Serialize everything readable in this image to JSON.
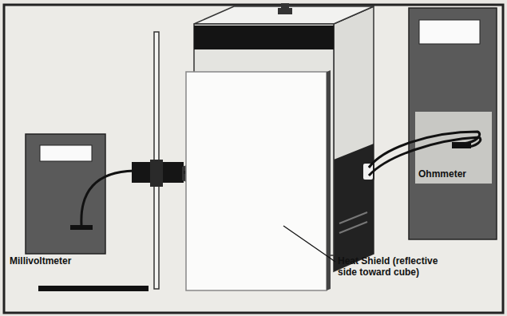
{
  "diagram": {
    "labels": [
      "Millivoltmeter",
      "Ohmmeter",
      "Heat Shield (reflective side toward cube)"
    ]
  }
}
